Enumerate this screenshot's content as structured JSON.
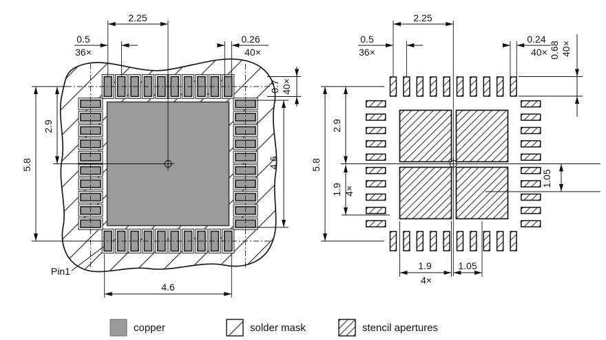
{
  "colors": {
    "copper": "#9b9b9b",
    "line": "#111111",
    "background": "#ffffff"
  },
  "left_view": {
    "dim_pad_center_span": "2.25",
    "dim_pitch": "0.5",
    "dim_pitch_count": "36×",
    "dim_pad_width": "0.26",
    "dim_pad_width_count": "40×",
    "dim_pad_length": "0.7",
    "dim_pad_length_count": "40×",
    "dim_half_height": "2.9",
    "dim_full_height": "5.8",
    "dim_row_span_right": "4.6",
    "dim_row_span_bottom": "4.6",
    "pin1_label": "Pin1"
  },
  "right_view": {
    "dim_pad_center_span": "2.25",
    "dim_pitch": "0.5",
    "dim_pitch_count": "36×",
    "dim_aperture_width": "0.24",
    "dim_aperture_width_count": "40×",
    "dim_aperture_length": "0.68",
    "dim_aperture_length_count": "40×",
    "dim_half_height": "2.9",
    "dim_full_height": "5.8",
    "dim_thermal_height": "1.9",
    "dim_thermal_height_count": "4×",
    "dim_thermal_offset_v": "1.05",
    "dim_thermal_width": "1.9",
    "dim_thermal_width_count": "4×",
    "dim_thermal_offset_h": "1.05"
  },
  "legend": {
    "copper_label": "copper",
    "solder_mask_label": "solder mask",
    "stencil_label": "stencil apertures"
  }
}
